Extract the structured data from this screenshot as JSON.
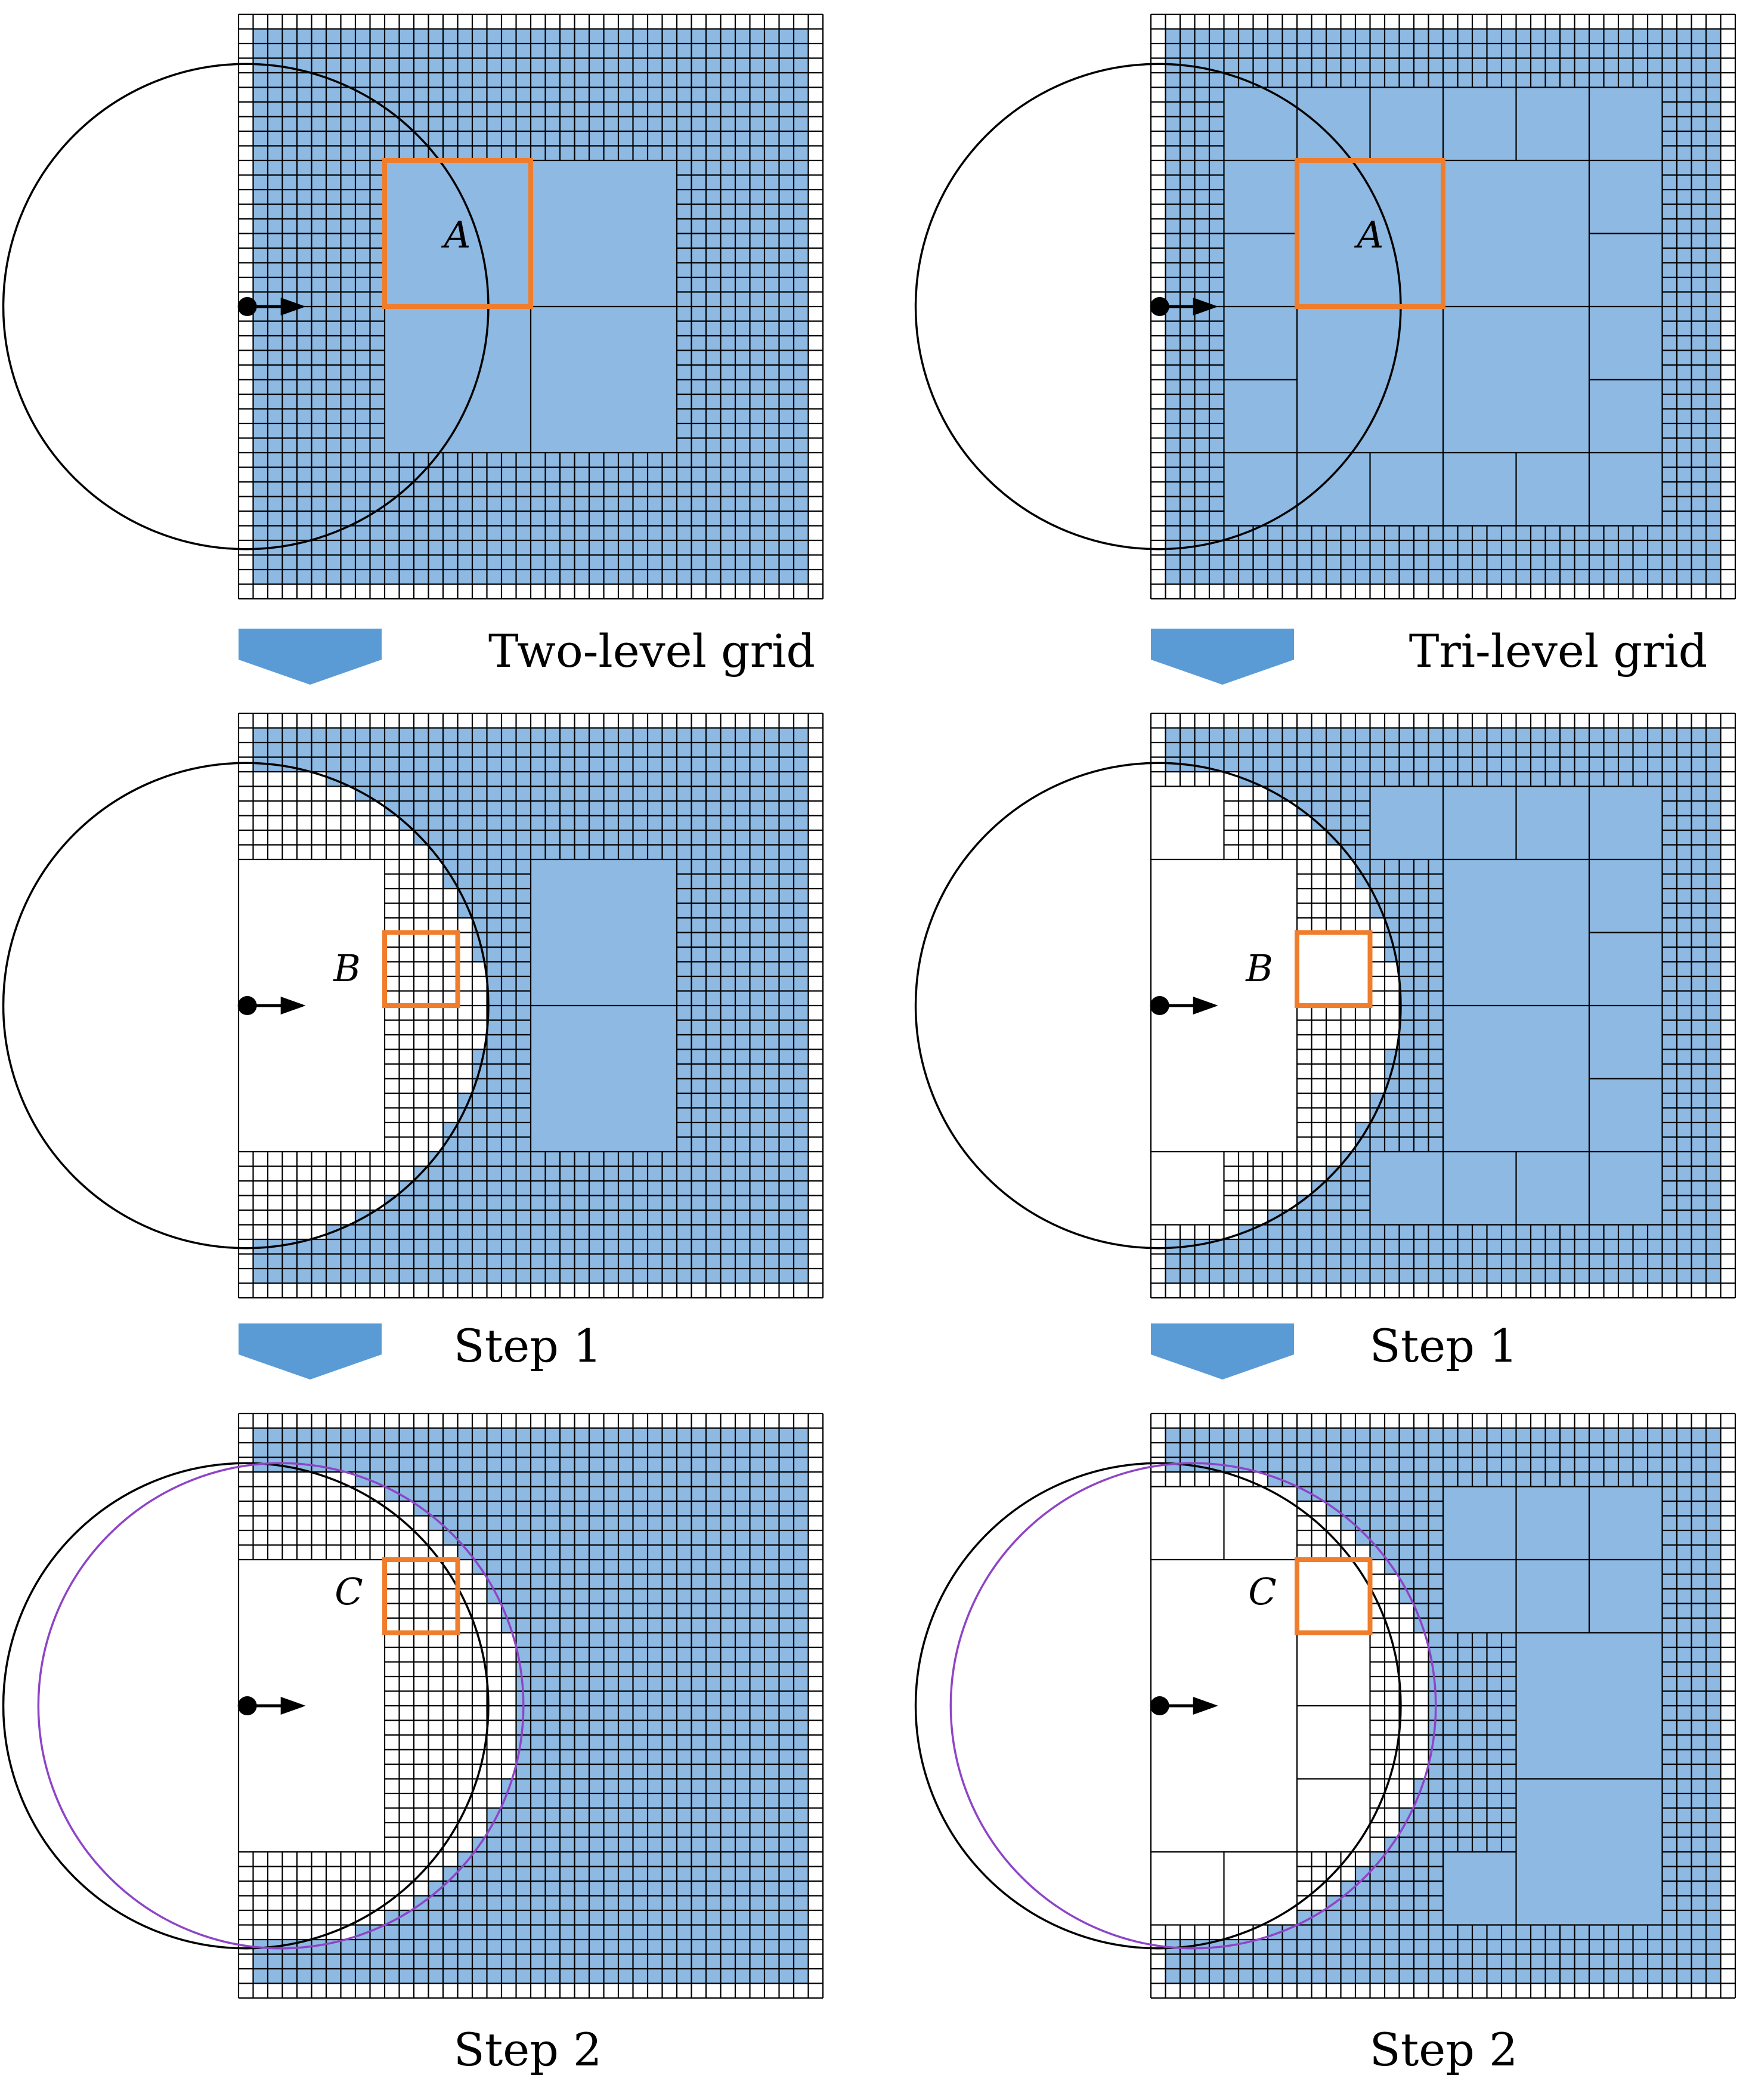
{
  "figure": {
    "left": {
      "top": {
        "caption": "Two-level grid",
        "label": "A"
      },
      "mid": {
        "caption": "Step 1",
        "label": "B"
      },
      "bot": {
        "caption": "Step 2",
        "label": "C"
      }
    },
    "right": {
      "top": {
        "caption": "Tri-level grid",
        "label": "A"
      },
      "mid": {
        "caption": "Step 1",
        "label": "B"
      },
      "bot": {
        "caption": "Step 2",
        "label": "C"
      }
    }
  },
  "colors": {
    "fluid_cell": "#8db9e2",
    "solid_cell": "#ffffff",
    "grid_line": "#000000",
    "highlight_box": "#ef7d2c",
    "arrow_marker": "#5b9bd5",
    "moved_circle": "#8e44c6"
  }
}
